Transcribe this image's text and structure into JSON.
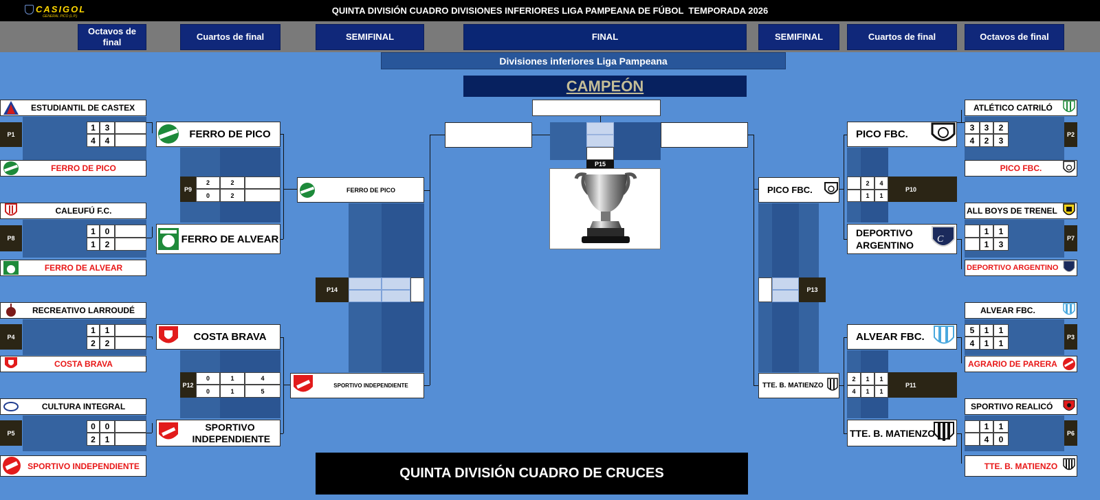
{
  "header": {
    "logo": "CASIGOL",
    "logo_sub": "GENERAL PICO (L.P.)",
    "title": "QUINTA DIVISIÓN CUADRO DIVISIONES INFERIORES LIGA PAMPEANA DE FÚBOL  TEMPORADA 2026"
  },
  "rounds": {
    "left_octavos": "Octavos de final",
    "left_cuartos": "Cuartos de final",
    "left_semi": "SEMIFINAL",
    "final": "FINAL",
    "right_semi": "SEMIFINAL",
    "right_cuartos": "Cuartos de final",
    "right_octavos": "Octavos de final"
  },
  "subtitle": "Divisiones inferiores Liga Pampeana",
  "champion_label": "CAMPEÓN",
  "footer": "QUINTA DIVISIÓN CUADRO DE CRUCES",
  "matches": {
    "p1": {
      "id": "P1",
      "home": "ESTUDIANTIL DE CASTEX",
      "away": "FERRO DE PICO",
      "s1": [
        "1",
        "3"
      ],
      "s2": [
        "4",
        "4"
      ]
    },
    "p8": {
      "id": "P8",
      "home": "CALEUFÚ F.C.",
      "away": "FERRO DE ALVEAR",
      "s1": [
        "1",
        "0"
      ],
      "s2": [
        "1",
        "2"
      ]
    },
    "p4": {
      "id": "P4",
      "home": "RECREATIVO LARROUDÉ",
      "away": "COSTA BRAVA",
      "s1": [
        "1",
        "1"
      ],
      "s2": [
        "2",
        "2"
      ]
    },
    "p5": {
      "id": "P5",
      "home": "CULTURA INTEGRAL",
      "away": "SPORTIVO INDEPENDIENTE",
      "s1": [
        "0",
        "0"
      ],
      "s2": [
        "2",
        "1"
      ]
    },
    "p2": {
      "id": "P2",
      "home": "ATLÉTICO CATRILÓ",
      "away": "PICO FBC.",
      "s1": [
        "3",
        "3",
        "2"
      ],
      "s2": [
        "4",
        "2",
        "3"
      ]
    },
    "p7": {
      "id": "P7",
      "home": "ALL BOYS DE TRENEL",
      "away": "DEPORTIVO ARGENTINO",
      "s1": [
        "1",
        "1"
      ],
      "s2": [
        "1",
        "3"
      ]
    },
    "p3": {
      "id": "P3",
      "home": "ALVEAR FBC.",
      "away": "AGRARIO DE PARERA",
      "s1": [
        "5",
        "1",
        "1"
      ],
      "s2": [
        "4",
        "1",
        "1"
      ]
    },
    "p6": {
      "id": "P6",
      "home": "SPORTIVO REALICÓ",
      "away": "TTE. B. MATIENZO",
      "s1": [
        "1",
        "1"
      ],
      "s2": [
        "4",
        "0"
      ]
    },
    "p9": {
      "id": "P9",
      "home": "FERRO DE PICO",
      "away": "FERRO DE ALVEAR",
      "s1": [
        "2",
        "2"
      ],
      "s2": [
        "0",
        "2"
      ]
    },
    "p12": {
      "id": "P12",
      "home": "COSTA BRAVA",
      "away": "SPORTIVO INDEPENDIENTE",
      "s1": [
        "0",
        "1",
        "4"
      ],
      "s2": [
        "0",
        "1",
        "5"
      ]
    },
    "p10": {
      "id": "P10",
      "home": "PICO FBC.",
      "away": "DEPORTIVO ARGENTINO",
      "s1": [
        "2",
        "4"
      ],
      "s2": [
        "1",
        "1"
      ]
    },
    "p11": {
      "id": "P11",
      "home": "ALVEAR FBC.",
      "away": "TTE. B. MATIENZO",
      "s1": [
        "2",
        "1",
        "1"
      ],
      "s2": [
        "4",
        "1",
        "1"
      ]
    },
    "p14": {
      "id": "P14",
      "home": "FERRO DE PICO",
      "away": "SPORTIVO INDEPENDIENTE"
    },
    "p13": {
      "id": "P13",
      "home": "PICO FBC.",
      "away": "TTE. B. MATIENZO"
    },
    "p15": {
      "id": "P15"
    }
  },
  "icons": {
    "trophy": "trophy-icon",
    "crests": [
      "estudiantil-crest",
      "ferro-pico-crest",
      "caleufu-crest",
      "ferro-alvear-crest",
      "larroude-crest",
      "costa-brava-crest",
      "cultura-crest",
      "sportivo-crest",
      "catrilo-crest",
      "pico-fbc-crest",
      "all-boys-crest",
      "deportivo-argentino-crest",
      "alvear-fbc-crest",
      "agrario-crest",
      "realico-crest",
      "matienzo-crest"
    ]
  },
  "colors": {
    "background": "#558ed5",
    "round_header": "#10287a",
    "loser_text": "#e81717",
    "champion_text": "#c4bd97"
  }
}
